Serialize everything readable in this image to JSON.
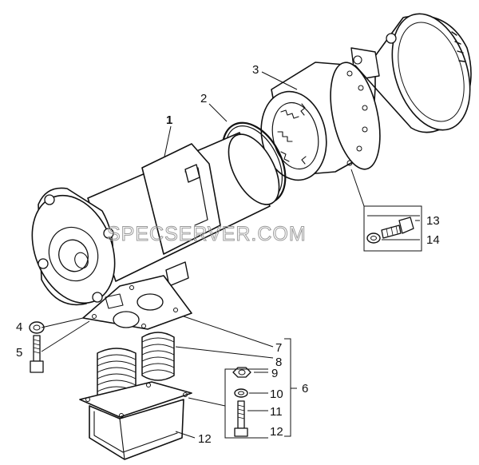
{
  "watermark": "SPECSERVER.COM",
  "callouts": {
    "c1": "1",
    "c2": "2",
    "c3": "3",
    "c4": "4",
    "c5": "5",
    "c6": "6",
    "c7": "7",
    "c8": "8",
    "c9": "9",
    "c10": "10",
    "c11": "11",
    "c12a": "12",
    "c12b": "12",
    "c13": "13",
    "c14": "14"
  }
}
